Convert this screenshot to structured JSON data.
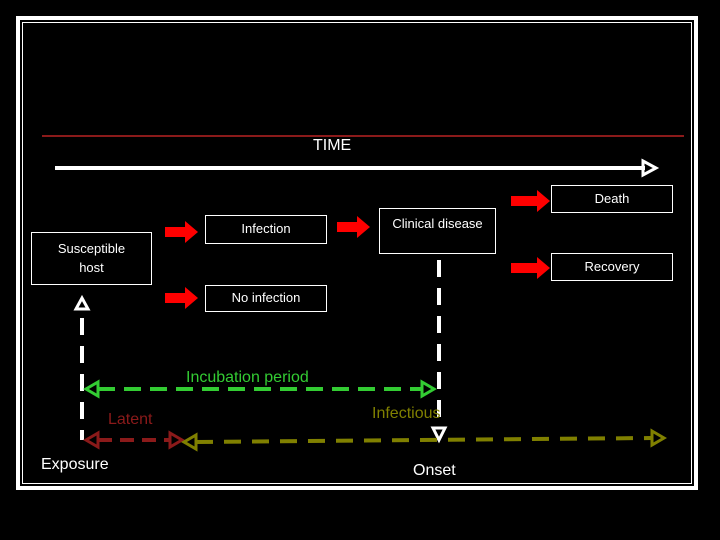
{
  "diagram": {
    "time_label": "TIME",
    "boxes": {
      "susceptible_host": "Susceptible host",
      "infection": "Infection",
      "no_infection": "No infection",
      "clinical_disease": "Clinical disease",
      "death": "Death",
      "recovery": "Recovery"
    },
    "labels": {
      "incubation_period": "Incubation period",
      "latent": "Latent",
      "infectious": "Infectious",
      "exposure": "Exposure",
      "onset": "Onset"
    },
    "colors": {
      "background": "#000000",
      "time_rule": "#8b1a1a",
      "arrow_red": "#ff0000",
      "incubation_green": "#33cc33",
      "latent_red": "#8b1a1a",
      "infectious_olive": "#808000",
      "white": "#ffffff"
    }
  }
}
